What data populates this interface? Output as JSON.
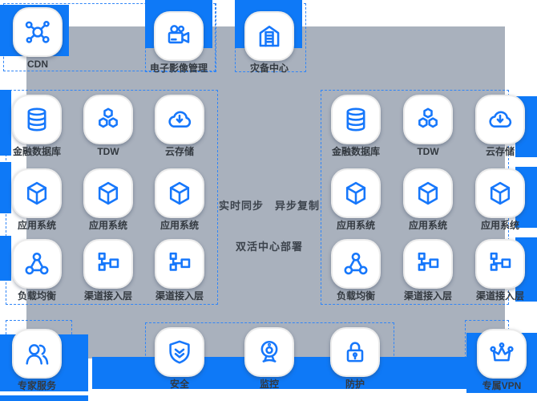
{
  "colors": {
    "accent_blue": "#0e79f7",
    "panel_gray": "#a9b1bd",
    "icon_blue": "#1677fb",
    "label_dark": "#333940",
    "dashed_blue": "#3186f7"
  },
  "center_text": {
    "line1": "实时同步　异步复制",
    "line2": "双活中心部署"
  },
  "zones": {
    "top": {
      "items": [
        {
          "label": "CDN",
          "icon": "cdn-network-icon"
        },
        {
          "label": "电子影像管理",
          "icon": "video-camera-icon"
        },
        {
          "label": "灾备中心",
          "icon": "warehouse-icon"
        }
      ]
    },
    "left_group": {
      "items": [
        {
          "label": "金融数据库",
          "icon": "database-icon"
        },
        {
          "label": "TDW",
          "icon": "tdw-hexagons-icon"
        },
        {
          "label": "云存储",
          "icon": "cloud-download-icon"
        },
        {
          "label": "应用系统",
          "icon": "cube-icon"
        },
        {
          "label": "应用系统",
          "icon": "cube-icon"
        },
        {
          "label": "应用系统",
          "icon": "cube-icon"
        },
        {
          "label": "负载均衡",
          "icon": "load-balancer-icon"
        },
        {
          "label": "渠道接入层",
          "icon": "access-layer-icon"
        },
        {
          "label": "渠道接入层",
          "icon": "access-layer-icon"
        }
      ]
    },
    "right_group": {
      "items": [
        {
          "label": "金融数据库",
          "icon": "database-icon"
        },
        {
          "label": "TDW",
          "icon": "tdw-hexagons-icon"
        },
        {
          "label": "云存储",
          "icon": "cloud-download-icon"
        },
        {
          "label": "应用系统",
          "icon": "cube-icon"
        },
        {
          "label": "应用系统",
          "icon": "cube-icon"
        },
        {
          "label": "应用系统",
          "icon": "cube-icon"
        },
        {
          "label": "负载均衡",
          "icon": "load-balancer-icon"
        },
        {
          "label": "渠道接入层",
          "icon": "access-layer-icon"
        },
        {
          "label": "渠道接入层",
          "icon": "access-layer-icon"
        }
      ]
    },
    "bottom": {
      "items": [
        {
          "label": "专家服务",
          "icon": "users-icon"
        },
        {
          "label": "安全",
          "icon": "shield-check-icon"
        },
        {
          "label": "监控",
          "icon": "webcam-icon"
        },
        {
          "label": "防护",
          "icon": "lock-icon"
        },
        {
          "label": "专属VPN",
          "icon": "crown-icon"
        }
      ]
    }
  }
}
